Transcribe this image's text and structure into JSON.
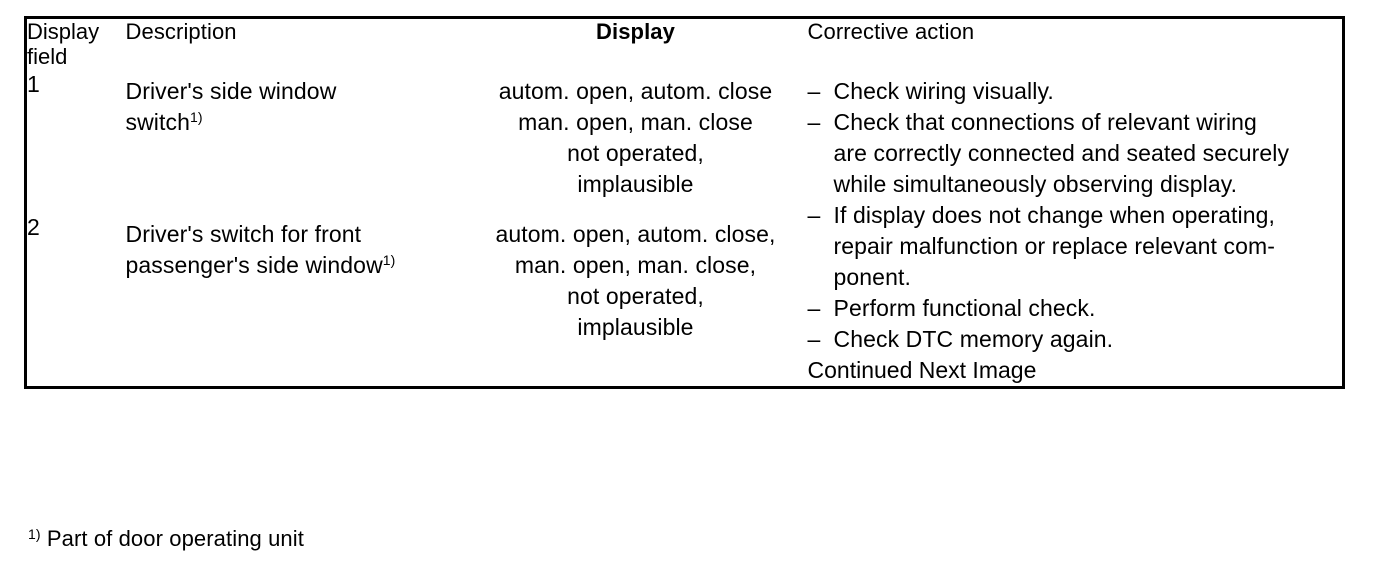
{
  "document": {
    "type": "service-manual-dtc-table",
    "footnote_marker": "1)",
    "footnote_text": "Part of door operating unit",
    "continued_label": "Continued Next Image"
  },
  "table": {
    "headers": {
      "display_field": "Display field",
      "display_field_line1": "Display",
      "display_field_line2": "field",
      "description": "Description",
      "display": "Display",
      "corrective_action": "Corrective action"
    },
    "rows": [
      {
        "field": "1",
        "description_lines": [
          "Driver's side window",
          "switch"
        ],
        "description_footnote": "1)",
        "display_lines": [
          "autom. open, autom. close",
          "man. open, man. close",
          "not operated,",
          "implausible"
        ]
      },
      {
        "field": "2",
        "description_lines": [
          "Driver's switch for front",
          "passenger's side window"
        ],
        "description_footnote": "1)",
        "display_lines": [
          "autom. open, autom. close,",
          "man. open, man. close,",
          "not operated,",
          "implausible"
        ]
      }
    ],
    "corrective_actions": [
      {
        "dash": "–",
        "lines": [
          "Check wiring visually."
        ]
      },
      {
        "dash": "–",
        "lines": [
          "Check that connections of relevant wiring",
          "are correctly connected and seated securely",
          "while simultaneously observing display."
        ]
      },
      {
        "dash": "–",
        "lines": [
          "If display does not change when operating,",
          "repair malfunction or replace relevant com-",
          "ponent."
        ]
      },
      {
        "dash": "–",
        "lines": [
          "Perform functional check."
        ]
      },
      {
        "dash": "–",
        "lines": [
          "Check DTC memory again."
        ]
      }
    ]
  }
}
